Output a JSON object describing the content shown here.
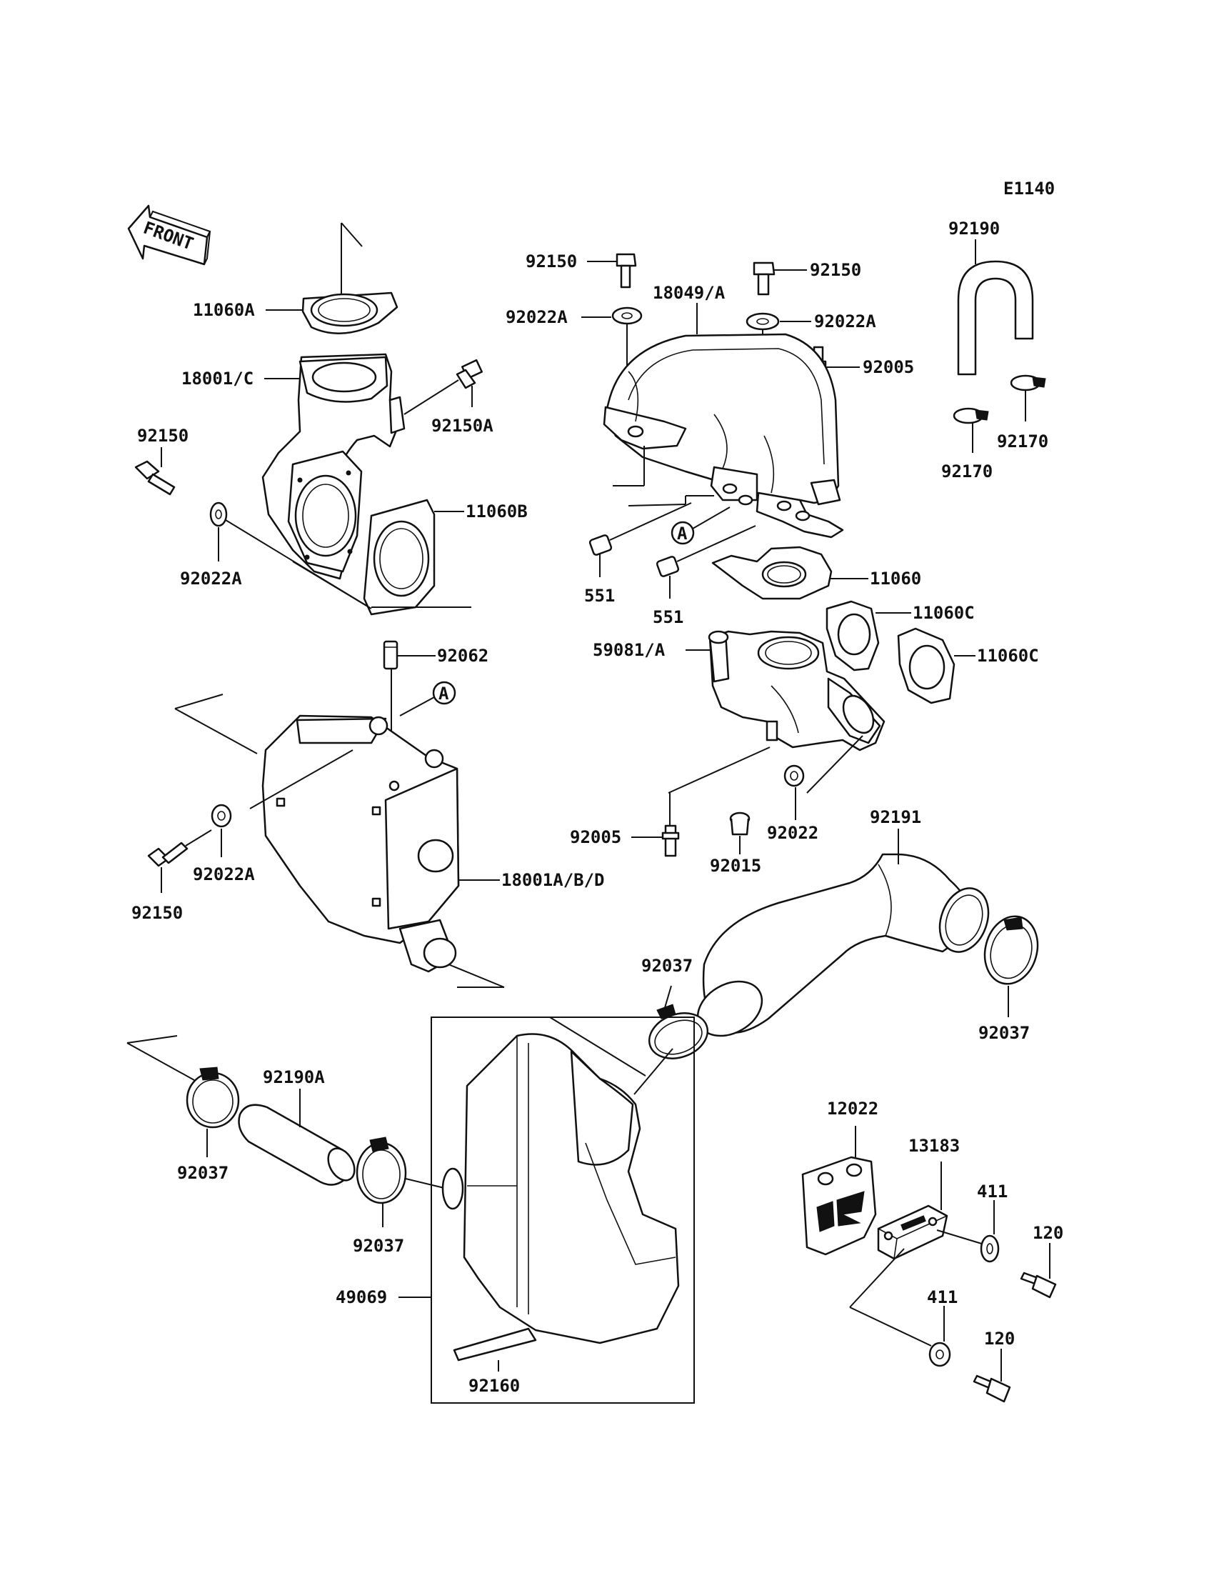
{
  "diagram": {
    "code": "E1140",
    "front_label": "FRONT",
    "reference_marker": "A",
    "labels": {
      "l_11060A": "11060A",
      "l_18001C": "18001/C",
      "l_92150A": "92150A",
      "l_92150_left": "92150",
      "l_11060B": "11060B",
      "l_92022A_left": "92022A",
      "l_92062": "92062",
      "l_92022A_lower": "92022A",
      "l_92150_lower": "92150",
      "l_18001ABD": "18001A/B/D",
      "l_92150_top_left": "92150",
      "l_92150_top_right": "92150",
      "l_18049A": "18049/A",
      "l_92022A_top_left": "92022A",
      "l_92022A_top_right": "92022A",
      "l_92005_top": "92005",
      "l_551_a": "551",
      "l_551_b": "551",
      "l_11060": "11060",
      "l_11060C_a": "11060C",
      "l_11060C_b": "11060C",
      "l_59081A": "59081/A",
      "l_92005_bottom": "92005",
      "l_92015": "92015",
      "l_92022": "92022",
      "l_92190": "92190",
      "l_92170_a": "92170",
      "l_92170_b": "92170",
      "l_92191": "92191",
      "l_92037_a": "92037",
      "l_92037_b": "92037",
      "l_92037_c": "92037",
      "l_92037_d": "92037",
      "l_92190A": "92190A",
      "l_49069": "49069",
      "l_92160": "92160",
      "l_12022": "12022",
      "l_13183": "13183",
      "l_411_a": "411",
      "l_411_b": "411",
      "l_120_a": "120",
      "l_120_b": "120"
    }
  }
}
